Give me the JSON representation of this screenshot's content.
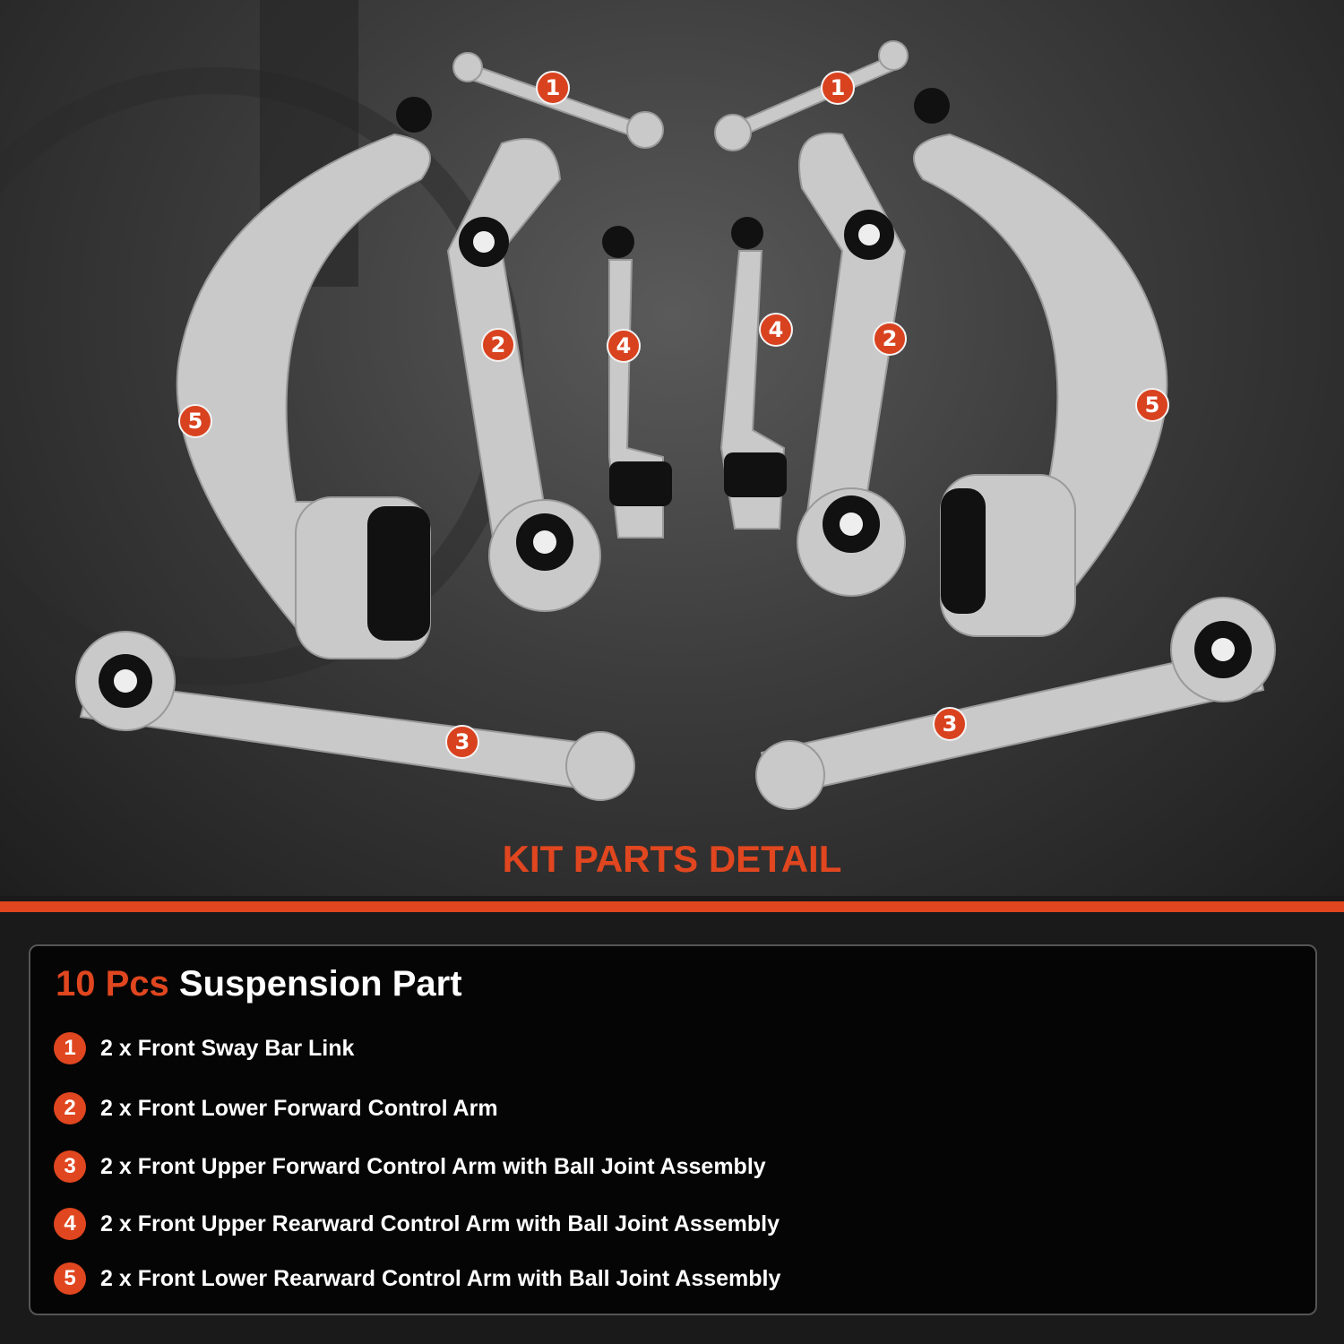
{
  "accent_color": "#e0461f",
  "callouts": [
    "1",
    "1",
    "2",
    "2",
    "3",
    "3",
    "4",
    "4",
    "5",
    "5"
  ],
  "section_title": "KIT PARTS DETAIL",
  "panel": {
    "title_count": "10 Pcs",
    "title_rest": "Suspension Part",
    "items": [
      {
        "num": "1",
        "label": "2 x Front Sway Bar Link"
      },
      {
        "num": "2",
        "label": "2 x Front Lower Forward Control Arm"
      },
      {
        "num": "3",
        "label": "2 x Front Upper Forward Control Arm with Ball Joint Assembly"
      },
      {
        "num": "4",
        "label": "2 x Front Upper Rearward Control Arm with Ball Joint Assembly"
      },
      {
        "num": "5",
        "label": "2 x Front Lower Rearward Control Arm with Ball Joint Assembly"
      }
    ]
  }
}
